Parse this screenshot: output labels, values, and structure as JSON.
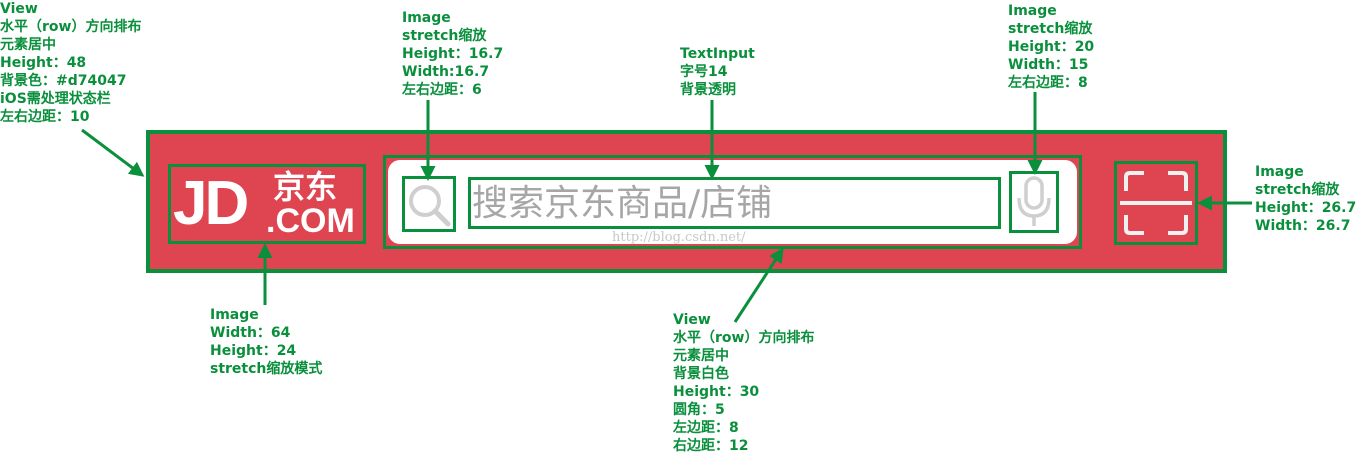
{
  "annotations": {
    "view_outer": {
      "lines": [
        "View",
        "水平（row）方向排布",
        "元素居中",
        "Height：48",
        "背景色：#d74047",
        "iOS需处理状态栏",
        "左右边距：10"
      ]
    },
    "logo_image": {
      "lines": [
        "Image",
        "Width：64",
        "Height：24",
        "stretch缩放模式"
      ]
    },
    "search_icon_image": {
      "lines": [
        "Image",
        "stretch缩放",
        "Height：16.7",
        "Width:16.7",
        "左右边距：6"
      ]
    },
    "text_input": {
      "lines": [
        "TextInput",
        "字号14",
        "背景透明"
      ]
    },
    "mic_image": {
      "lines": [
        "Image",
        "stretch缩放",
        "Height：20",
        "Width：15",
        "左右边距：8"
      ]
    },
    "scan_image": {
      "lines": [
        "Image",
        "stretch缩放",
        "Height：26.7",
        "Width：26.7"
      ]
    },
    "search_view": {
      "lines": [
        "View",
        "水平（row）方向排布",
        "元素居中",
        "背景白色",
        "Height：30",
        "圆角：5",
        "左边距：8",
        "右边距：12"
      ]
    }
  },
  "logo": {
    "jd": "JD",
    "cn": "京东",
    "com": ".COM"
  },
  "search": {
    "placeholder": "搜索京东商品/店铺"
  },
  "watermark": "http://blog.csdn.net/",
  "icons": {
    "search": "search-icon",
    "mic": "microphone-icon",
    "scan": "scan-icon"
  },
  "colors": {
    "bar": "#df4550",
    "annotation": "#0a8f3c",
    "placeholder": "#a6a6a6",
    "icon": "#cfcfcf"
  }
}
